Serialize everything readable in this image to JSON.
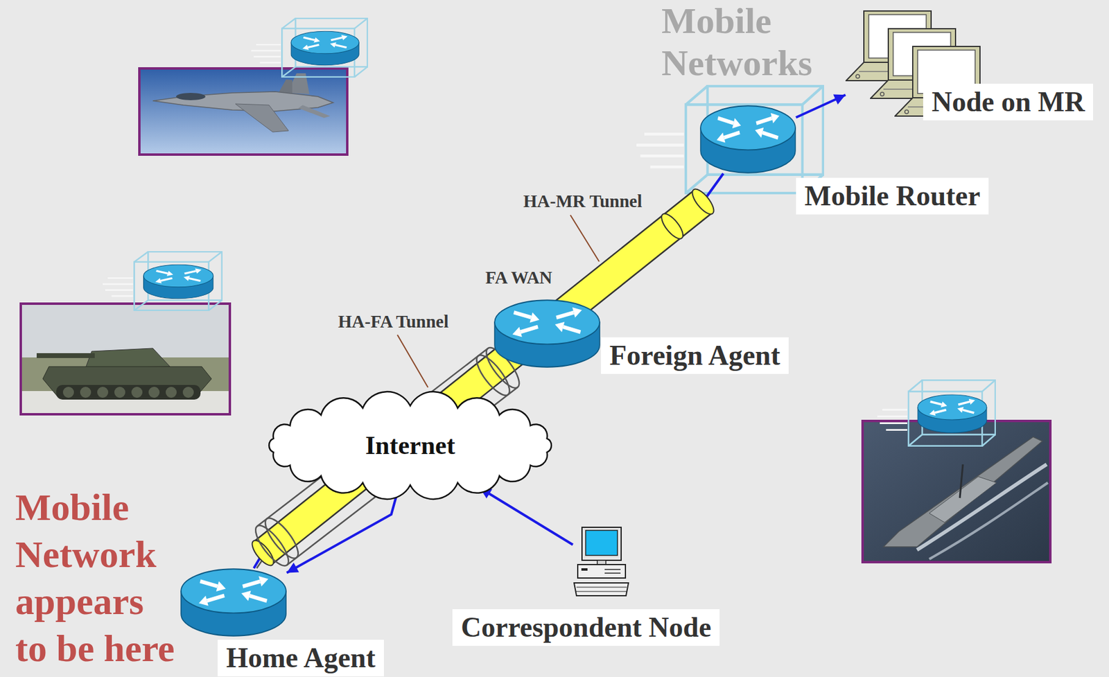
{
  "diagram": {
    "nodes": [
      {
        "text": [
          "Node on MR"
        ]
      },
      {
        "text": [
          "Mobile Router"
        ]
      },
      {
        "text": [
          "Foreign Agent"
        ]
      },
      {
        "text": [
          "Internet"
        ]
      },
      {
        "text": [
          "Home Agent"
        ]
      },
      {
        "text": [
          "Correspondent Node"
        ]
      }
    ],
    "edges": [
      {
        "from": 4,
        "to": 1,
        "arrow": "none"
      },
      {
        "from": 4,
        "to": 2,
        "arrow": "none"
      },
      {
        "from": 5,
        "to": 3,
        "arrow": "to"
      },
      {
        "from": 3,
        "to": 4,
        "arrow": "to"
      },
      {
        "from": 1,
        "to": 0,
        "arrow": "to"
      }
    ],
    "labels": [
      "Mobile Networks",
      "HA-MR Tunnel",
      "FA WAN",
      "HA-FA Tunnel",
      "Mobile Network appears to be here"
    ]
  }
}
